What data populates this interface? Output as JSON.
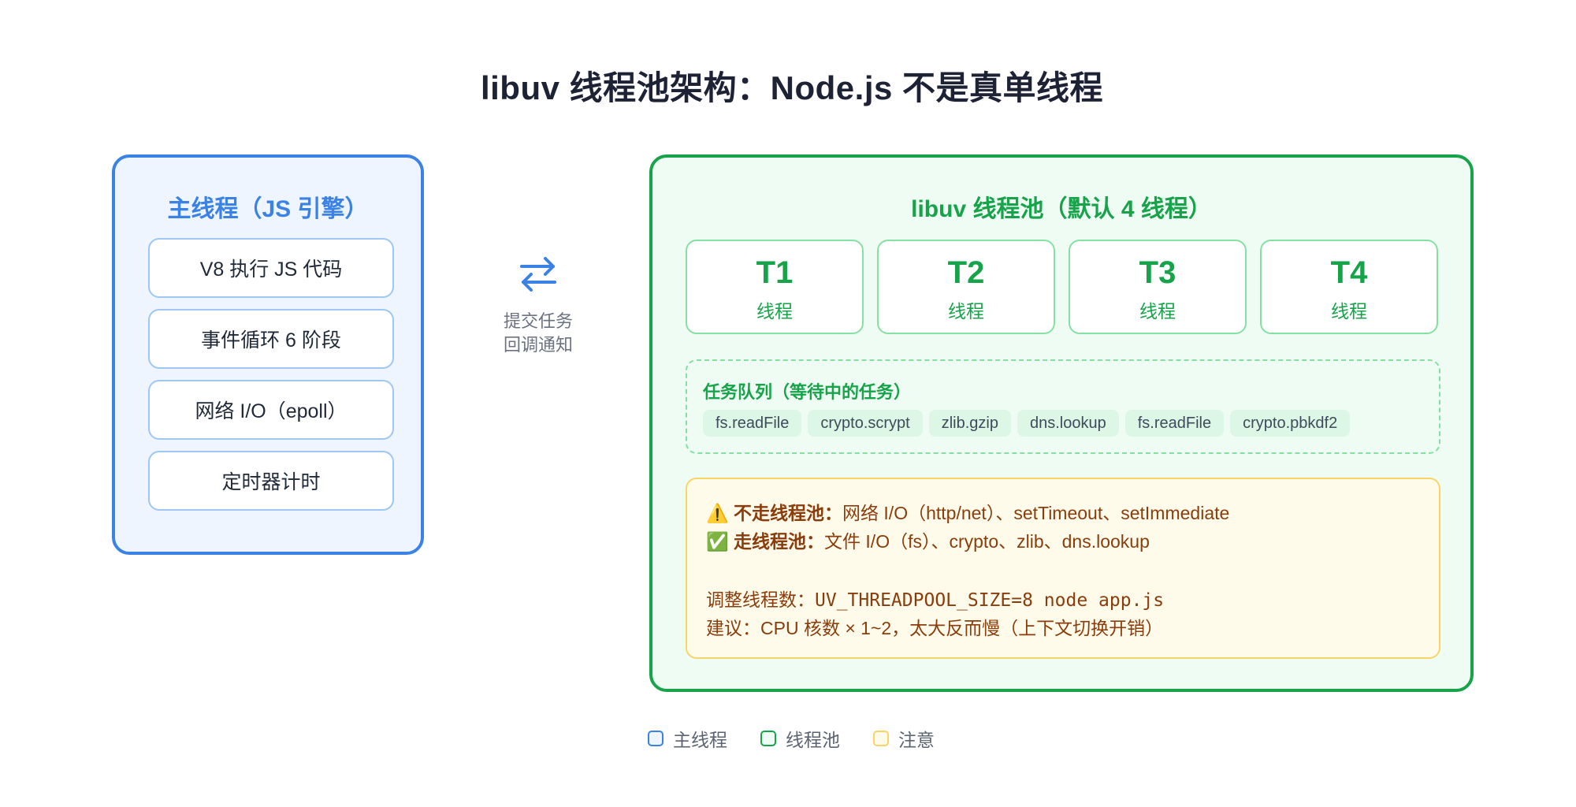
{
  "title": "libuv 线程池架构：Node.js 不是真单线程",
  "main_thread": {
    "title": "主线程（JS 引擎）",
    "items": [
      "V8 执行 JS 代码",
      "事件循环 6 阶段",
      "网络 I/O（epoll）",
      "定时器计时"
    ]
  },
  "connector": {
    "icon": "swap-arrows-icon",
    "line1": "提交任务",
    "line2": "回调通知"
  },
  "thread_pool": {
    "title": "libuv 线程池（默认 4 线程）",
    "threads": [
      {
        "name": "T1",
        "label": "线程"
      },
      {
        "name": "T2",
        "label": "线程"
      },
      {
        "name": "T3",
        "label": "线程"
      },
      {
        "name": "T4",
        "label": "线程"
      }
    ],
    "queue_title": "任务队列（等待中的任务）",
    "queue_tasks": [
      "fs.readFile",
      "crypto.scrypt",
      "zlib.gzip",
      "dns.lookup",
      "fs.readFile",
      "crypto.pbkdf2"
    ]
  },
  "notes": {
    "line1_icon": "⚠️",
    "line1_label": "不走线程池：",
    "line1_text": "网络 I/O（http/net）、setTimeout、setImmediate",
    "line2_icon": "✅",
    "line2_label": "走线程池：",
    "line2_text": "文件 I/O（fs）、crypto、zlib、dns.lookup",
    "line3_label": "调整线程数：",
    "line3_code": "UV_THREADPOOL_SIZE=8 node app.js",
    "line4_text": "建议：CPU 核数 × 1~2，太大反而慢（上下文切换开销）"
  },
  "legend": [
    {
      "label": "主线程",
      "color": "#3b82e6"
    },
    {
      "label": "线程池",
      "color": "#16a34a"
    },
    {
      "label": "注意",
      "color": "#f8d467"
    }
  ],
  "colors": {
    "main_accent": "#3b82e6",
    "main_bg": "#eef5fe",
    "pool_accent": "#16a34a",
    "pool_bg": "#effcf3",
    "note_border": "#f8d467",
    "note_bg": "#fffbeb",
    "note_text": "#8a3d0c"
  }
}
